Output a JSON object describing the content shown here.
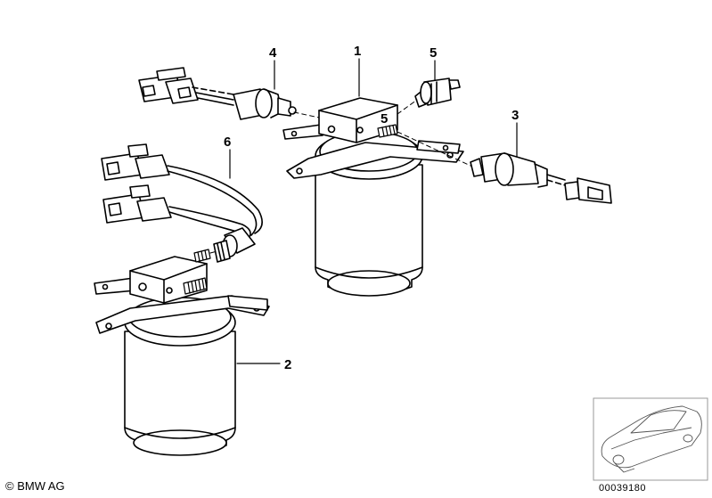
{
  "callouts": {
    "part_1": "1",
    "part_2": "2",
    "part_3": "3",
    "part_4": "4",
    "part_5_top": "5",
    "part_5_mounted": "5",
    "part_6": "6"
  },
  "footer": {
    "copyright": "© BMW AG",
    "diagram_id": "00039180"
  }
}
